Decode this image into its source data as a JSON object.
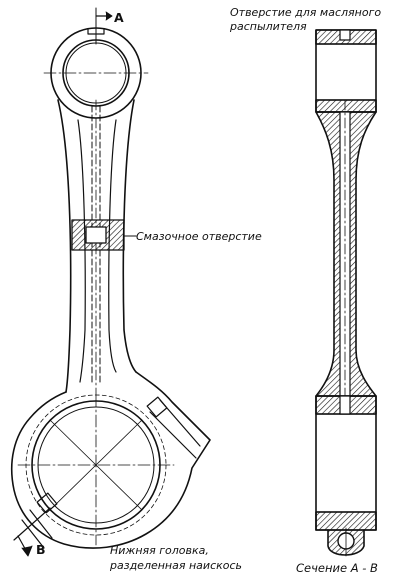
{
  "labels": {
    "section_mark_top": "А",
    "section_mark_bottom": "В",
    "oil_hole_line1": "Отверстие  для  масляного",
    "oil_hole_line2": "распылителя",
    "lube_hole": "Смазочное отверстие",
    "big_end_line1": "Нижняя головка,",
    "big_end_line2": "разделенная наискось",
    "section_caption": "Сечение А - В"
  },
  "colors": {
    "ink": "#111111",
    "paper": "#ffffff"
  }
}
